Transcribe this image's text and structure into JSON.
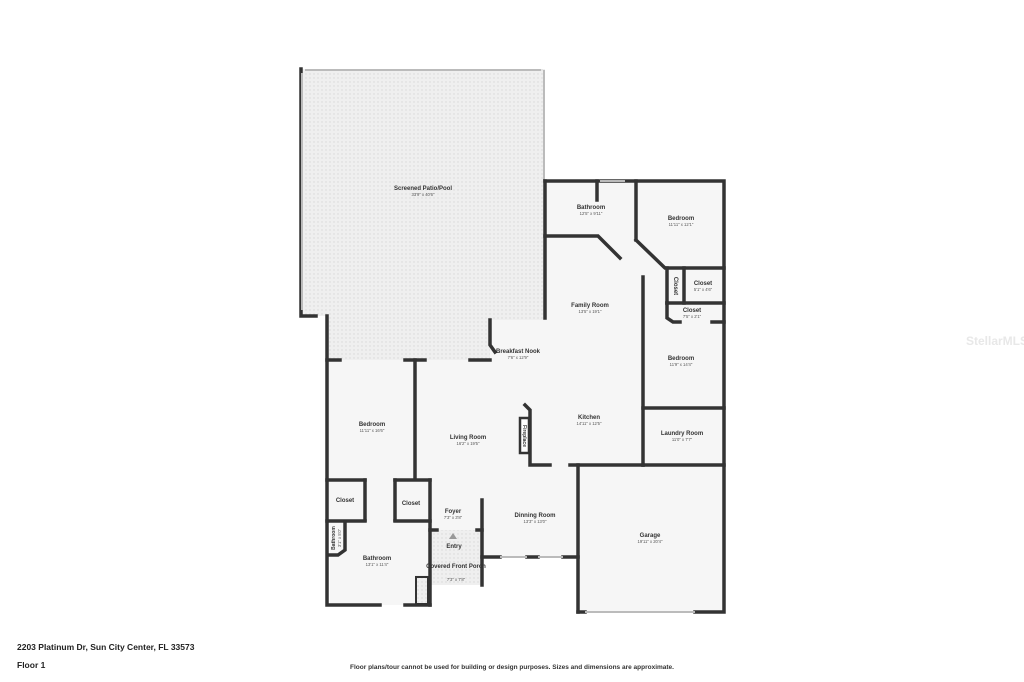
{
  "address": "2203 Platinum Dr, Sun City Center, FL 33573",
  "floor": "Floor 1",
  "disclaimer": "Floor plans/tour cannot be used for building or design purposes. Sizes and dimensions are approximate.",
  "watermark": "StellarMLS",
  "rooms": {
    "patio": {
      "name": "Screened Patio/Pool",
      "dim": "33'9\" x 40'6\""
    },
    "bath_top": {
      "name": "Bathroom",
      "dim": "12'5\" x 9'11\""
    },
    "bed_top": {
      "name": "Bedroom",
      "dim": "11'11\" x 12'1\""
    },
    "closet_v": {
      "name": "Closet"
    },
    "closet_a": {
      "name": "Closet",
      "dim": "5'1\" x 4'6\""
    },
    "closet_b": {
      "name": "Closet",
      "dim": "7'5\" x 2'1\""
    },
    "family": {
      "name": "Family Room",
      "dim": "13'5\" x 19'1\""
    },
    "bed_right": {
      "name": "Bedroom",
      "dim": "11'9\" x 14'4\""
    },
    "nook": {
      "name": "Breakfast Nook",
      "dim": "7'6\" x 12'9\""
    },
    "kitchen": {
      "name": "Kitchen",
      "dim": "14'11\" x 12'5\""
    },
    "laundry": {
      "name": "Laundry Room",
      "dim": "11'0\" x 7'7\""
    },
    "bed_left": {
      "name": "Bedroom",
      "dim": "11'11\" x 16'6\""
    },
    "living": {
      "name": "Living Room",
      "dim": "16'2\" x 19'5\""
    },
    "fireplace": {
      "name": "Fireplace"
    },
    "closet_l": {
      "name": "Closet"
    },
    "closet_r": {
      "name": "Closet"
    },
    "foyer": {
      "name": "Foyer",
      "dim": "7'3\" x 3'8\""
    },
    "entry": {
      "name": "Entry"
    },
    "porch": {
      "name": "Covered Front Porch",
      "dim": "7'3\" x 7'8\""
    },
    "dining": {
      "name": "Dinning Room",
      "dim": "13'3\" x 13'0\""
    },
    "garage": {
      "name": "Garage",
      "dim": "19'11\" x 20'4\""
    },
    "bath_small": {
      "name": "Bathroom",
      "dim": "3'1\" x 5'0\""
    },
    "bath_left": {
      "name": "Bathroom",
      "dim": "13'1\" x 11'4\""
    }
  }
}
